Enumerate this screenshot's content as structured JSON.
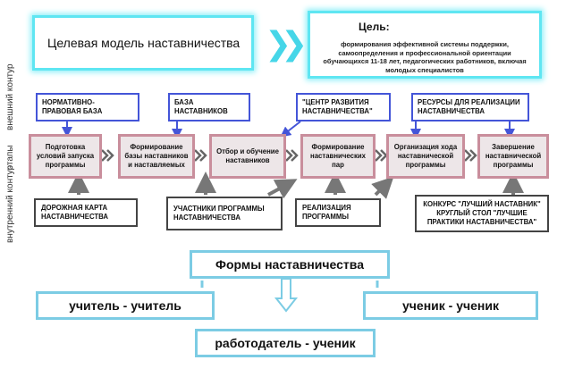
{
  "header": {
    "model_title": "Целевая модель наставничества",
    "goal_title": "Цель:",
    "goal_text": "формирования эффективной системы поддержки, самоопределения и профессиональной ориентации обучающихся 11-18 лет, педагогических работников, включая молодых специалистов"
  },
  "side_labels": {
    "outer": "внешний контур",
    "stages": "этапы",
    "inner": "внутренний контур"
  },
  "outer_contour": [
    "НОРМАТИВНО-ПРАВОВАЯ БАЗА",
    "БАЗА НАСТАВНИКОВ",
    "\"ЦЕНТР РАЗВИТИЯ НАСТАВНИЧЕСТВА\"",
    "РЕСУРСЫ ДЛЯ РЕАЛИЗАЦИИ НАСТАВНИЧЕСТВА"
  ],
  "stages": [
    "Подготовка условий запуска программы",
    "Формирование базы наставников и наставляемых",
    "Отбор и обучение наставников",
    "Формирование наставнических пар",
    "Организация хода наставнической программы",
    "Завершение наставнической программы"
  ],
  "inner_contour": [
    "ДОРОЖНАЯ КАРТА НАСТАВНИЧЕСТВА",
    "УЧАСТНИКИ ПРОГРАММЫ НАСТАВНИЧЕСТВА",
    "РЕАЛИЗАЦИЯ ПРОГРАММЫ",
    "КОНКУРС \"ЛУЧШИЙ НАСТАВНИК\" КРУГЛЫЙ СТОЛ \"ЛУЧШИЕ ПРАКТИКИ НАСТАВНИЧЕСТВА\""
  ],
  "forms": {
    "title": "Формы наставничества",
    "items": [
      "учитель - учитель",
      "ученик - ученик",
      "работодатель - ученик"
    ]
  },
  "colors": {
    "cyan": "#5fe6f2",
    "stage_border": "#c98e9c",
    "outer_border": "#4455d8",
    "forms_border": "#7ccce4"
  }
}
